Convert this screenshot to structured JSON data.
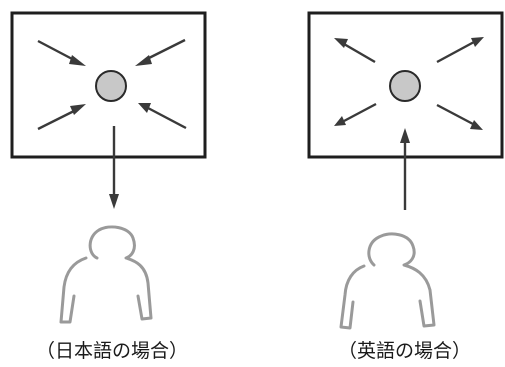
{
  "panels": [
    {
      "caption": "（日本語の場合）",
      "arrow_direction": "inward",
      "vertical_arrow": "downward-to-person"
    },
    {
      "caption": "（英語の場合）",
      "arrow_direction": "outward",
      "vertical_arrow": "upward-from-person"
    }
  ],
  "colors": {
    "frame": "#1e1e1e",
    "center_circle": "#c8c8c8",
    "arrow": "#3a3a3a",
    "person_outline": "#9a9a9a",
    "background": "#ffffff"
  },
  "icons": [
    "person-outline-icon",
    "arrow-icon",
    "circle-icon"
  ]
}
